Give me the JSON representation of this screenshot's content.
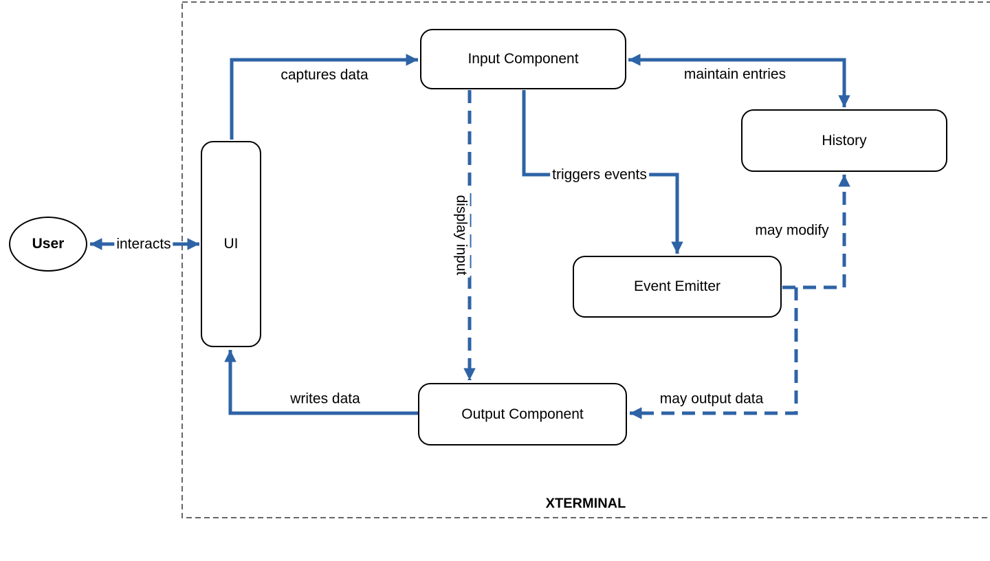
{
  "diagram": {
    "title": "XTERMINAL",
    "nodes": {
      "user": {
        "label": "User",
        "shape": "ellipse"
      },
      "ui": {
        "label": "UI",
        "shape": "rounded-rect"
      },
      "input": {
        "label": "Input Component",
        "shape": "rounded-rect"
      },
      "history": {
        "label": "History",
        "shape": "rounded-rect"
      },
      "event_emitter": {
        "label": "Event Emitter",
        "shape": "rounded-rect"
      },
      "output": {
        "label": "Output Component",
        "shape": "rounded-rect"
      }
    },
    "edges": {
      "interacts": {
        "label": "interacts",
        "from": "user",
        "to": "ui",
        "style": "solid",
        "arrows": "both"
      },
      "captures_data": {
        "label": "captures data",
        "from": "ui",
        "to": "input",
        "style": "solid",
        "arrows": "end"
      },
      "maintain_entries": {
        "label": "maintain entries",
        "from": "history",
        "to": "input",
        "style": "solid",
        "arrows": "both"
      },
      "triggers_events": {
        "label": "triggers events",
        "from": "input",
        "to": "event_emitter",
        "style": "solid",
        "arrows": "end"
      },
      "display_input": {
        "label": "display input",
        "from": "input",
        "to": "output",
        "style": "dashed",
        "arrows": "end"
      },
      "may_modify": {
        "label": "may modify",
        "from": "event_emitter",
        "to": "history",
        "style": "dashed",
        "arrows": "end"
      },
      "may_output_data": {
        "label": "may output data",
        "from": "event_emitter",
        "to": "output",
        "style": "dashed",
        "arrows": "end"
      },
      "writes_data": {
        "label": "writes data",
        "from": "output",
        "to": "ui",
        "style": "solid",
        "arrows": "end"
      }
    },
    "colors": {
      "arrow": "#2E63A6",
      "boundary": "#666666",
      "node_border": "#000000",
      "node_fill": "#FFFFFF",
      "text": "#000000",
      "background": "#FFFFFF"
    }
  }
}
